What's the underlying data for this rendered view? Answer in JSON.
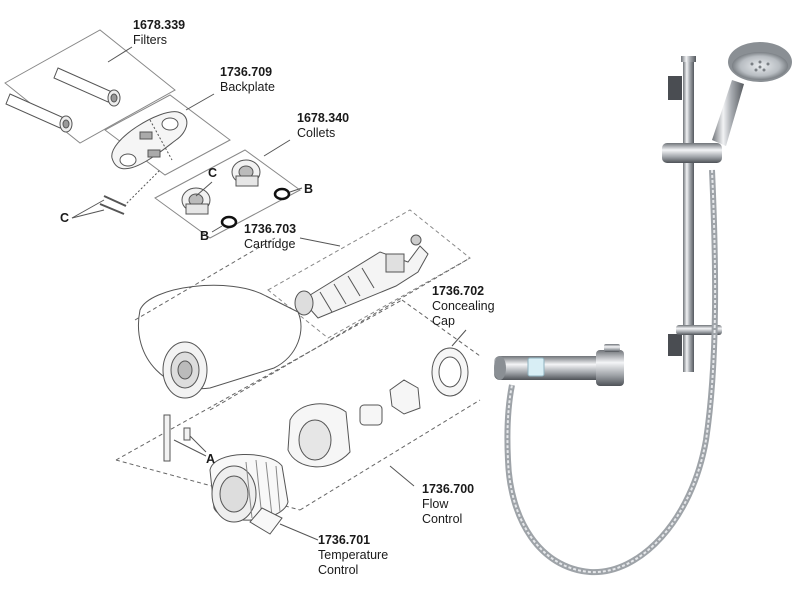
{
  "parts": [
    {
      "id": "filters",
      "code": "1678.339",
      "name": [
        "Filters"
      ]
    },
    {
      "id": "backplate",
      "code": "1736.709",
      "name": [
        "Backplate"
      ]
    },
    {
      "id": "collets",
      "code": "1678.340",
      "name": [
        "Collets"
      ]
    },
    {
      "id": "cartridge",
      "code": "1736.703",
      "name": [
        "Cartridge"
      ]
    },
    {
      "id": "concealing-cap",
      "code": "1736.702",
      "name": [
        "Concealing",
        "Cap"
      ]
    },
    {
      "id": "flow-control",
      "code": "1736.700",
      "name": [
        "Flow",
        "Control"
      ]
    },
    {
      "id": "temperature-control",
      "code": "1736.701",
      "name": [
        "Temperature",
        "Control"
      ]
    }
  ],
  "letters": {
    "a": "A",
    "b": "B",
    "c": "C"
  },
  "colors": {
    "line": "#555555",
    "chrome_dark": "#6f7378",
    "chrome_light": "#f2f3f5",
    "panel": "#d8eef5"
  }
}
